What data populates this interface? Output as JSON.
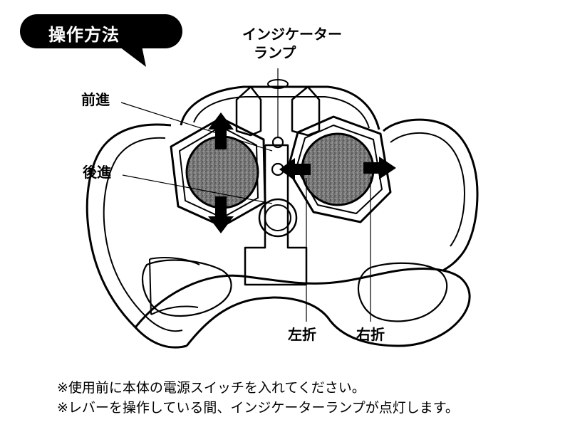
{
  "title": "操作方法",
  "labels": {
    "indicator_line1": "インジケーター",
    "indicator_line2": "ランプ",
    "forward": "前進",
    "backward": "後進",
    "left_turn": "左折",
    "right_turn": "右折"
  },
  "notes": [
    "※使用前に本体の電源スイッチを入れてください。",
    "※レバーを操作している間、インジケーターランプが点灯します。"
  ]
}
